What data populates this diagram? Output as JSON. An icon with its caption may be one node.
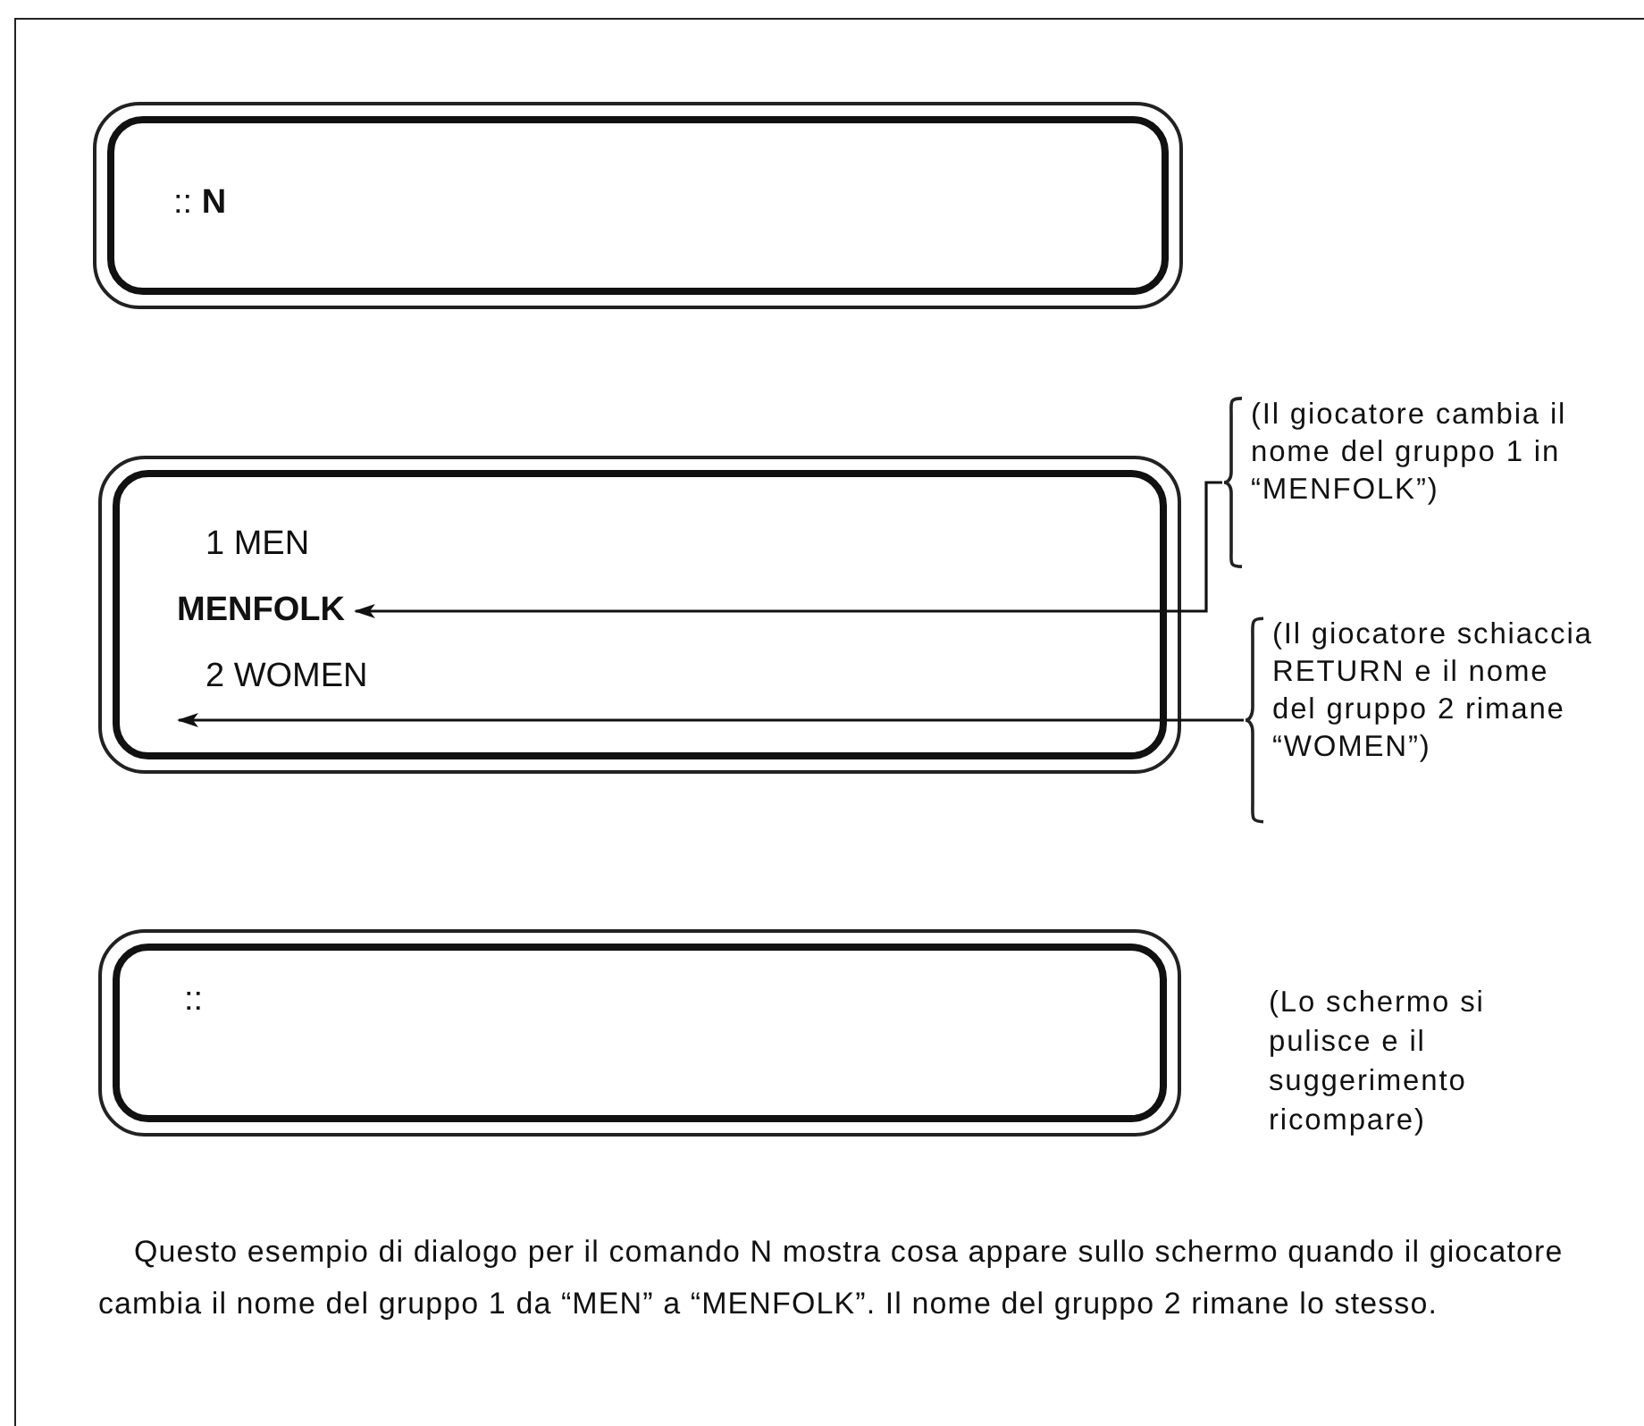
{
  "diagram": {
    "nodes": [
      {
        "text": [
          ":: **N**"
        ]
      },
      {
        "text": [],
        "shape": "box"
      },
      {
        "text": [
          "1 MEN"
        ],
        "in": 1
      },
      {
        "text": [
          "MENFOLK"
        ],
        "in": 1
      },
      {
        "text": [
          "2 WOMEN"
        ],
        "in": 1
      },
      {
        "text": [
          "(Il giocatore cambia il nome del gruppo 1 in “MENFOLK”)"
        ]
      },
      {
        "text": [
          "(Il giocatore schiaccia RETURN e il nome del gruppo 2 rimane “WOMEN”)"
        ]
      },
      {
        "text": [
          "::"
        ],
        "beside": [
          "(Lo schermo si pulisce e il suggerimento ricompare)"
        ]
      }
    ],
    "edges": [
      {
        "from": 5,
        "to": 3,
        "arrow": "to"
      },
      {
        "from": 6,
        "to": 4,
        "arrow": "to"
      }
    ],
    "caption": "Questo esempio di dialogo per il comando N mostra cosa appare sullo schermo quando il giocatore cambia il nome del gruppo 1 da “MEN” a “MENFOLK”. Il nome del gruppo 2 rimane lo stesso."
  }
}
